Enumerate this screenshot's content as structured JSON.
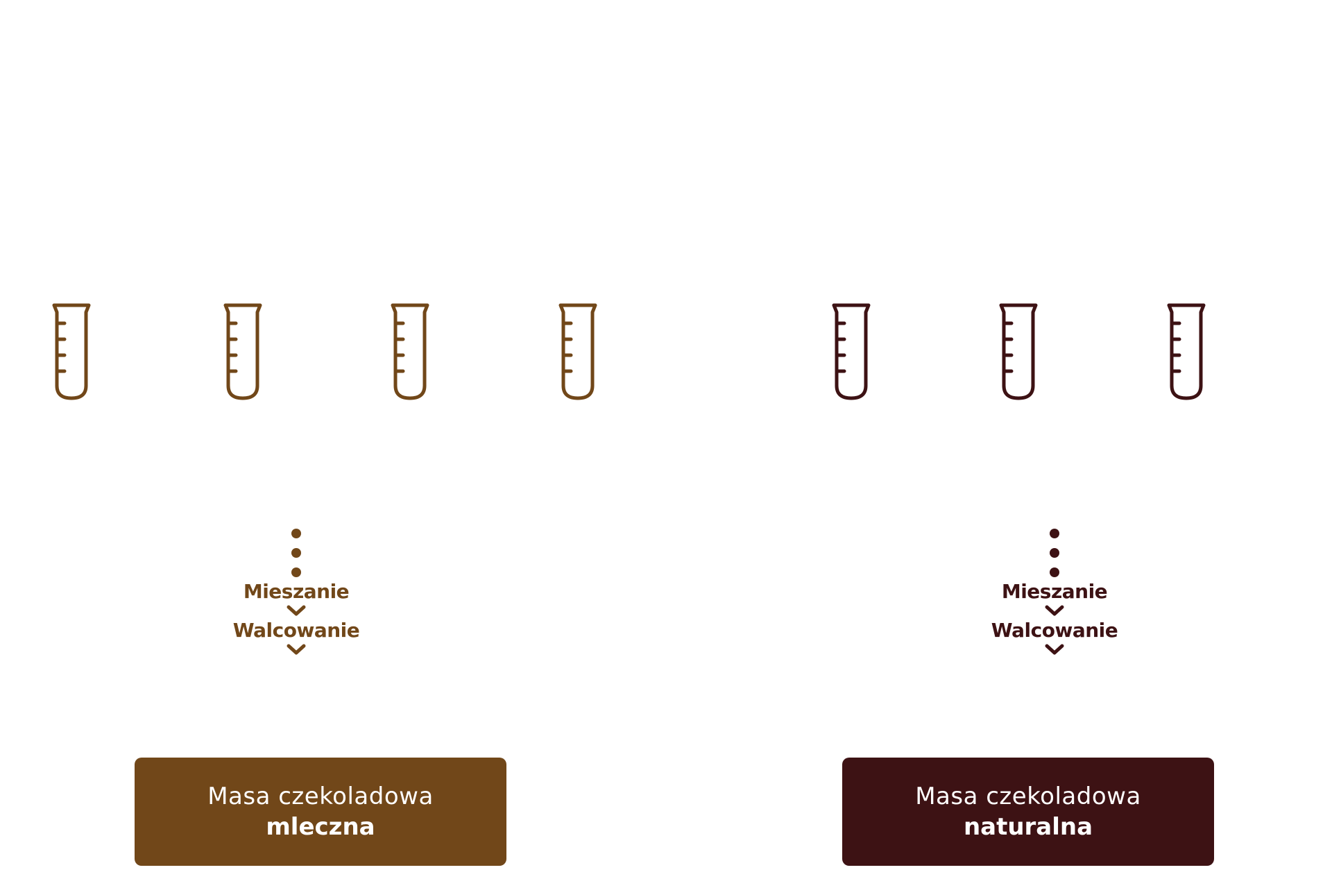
{
  "colors": {
    "milk": "#714719",
    "dark": "#3d1214"
  },
  "icons": {
    "tube": "test-tube-icon",
    "dots": "dotted-line-icon",
    "chevron": "chevron-down-icon"
  },
  "milk_branch": {
    "tube_count": 4,
    "steps": [
      "Mieszanie",
      "Walcowanie"
    ],
    "result_line1": "Masa czekoladowa",
    "result_line2": "mleczna"
  },
  "dark_branch": {
    "tube_count": 3,
    "steps": [
      "Mieszanie",
      "Walcowanie"
    ],
    "result_line1": "Masa czekoladowa",
    "result_line2": "naturalna"
  }
}
